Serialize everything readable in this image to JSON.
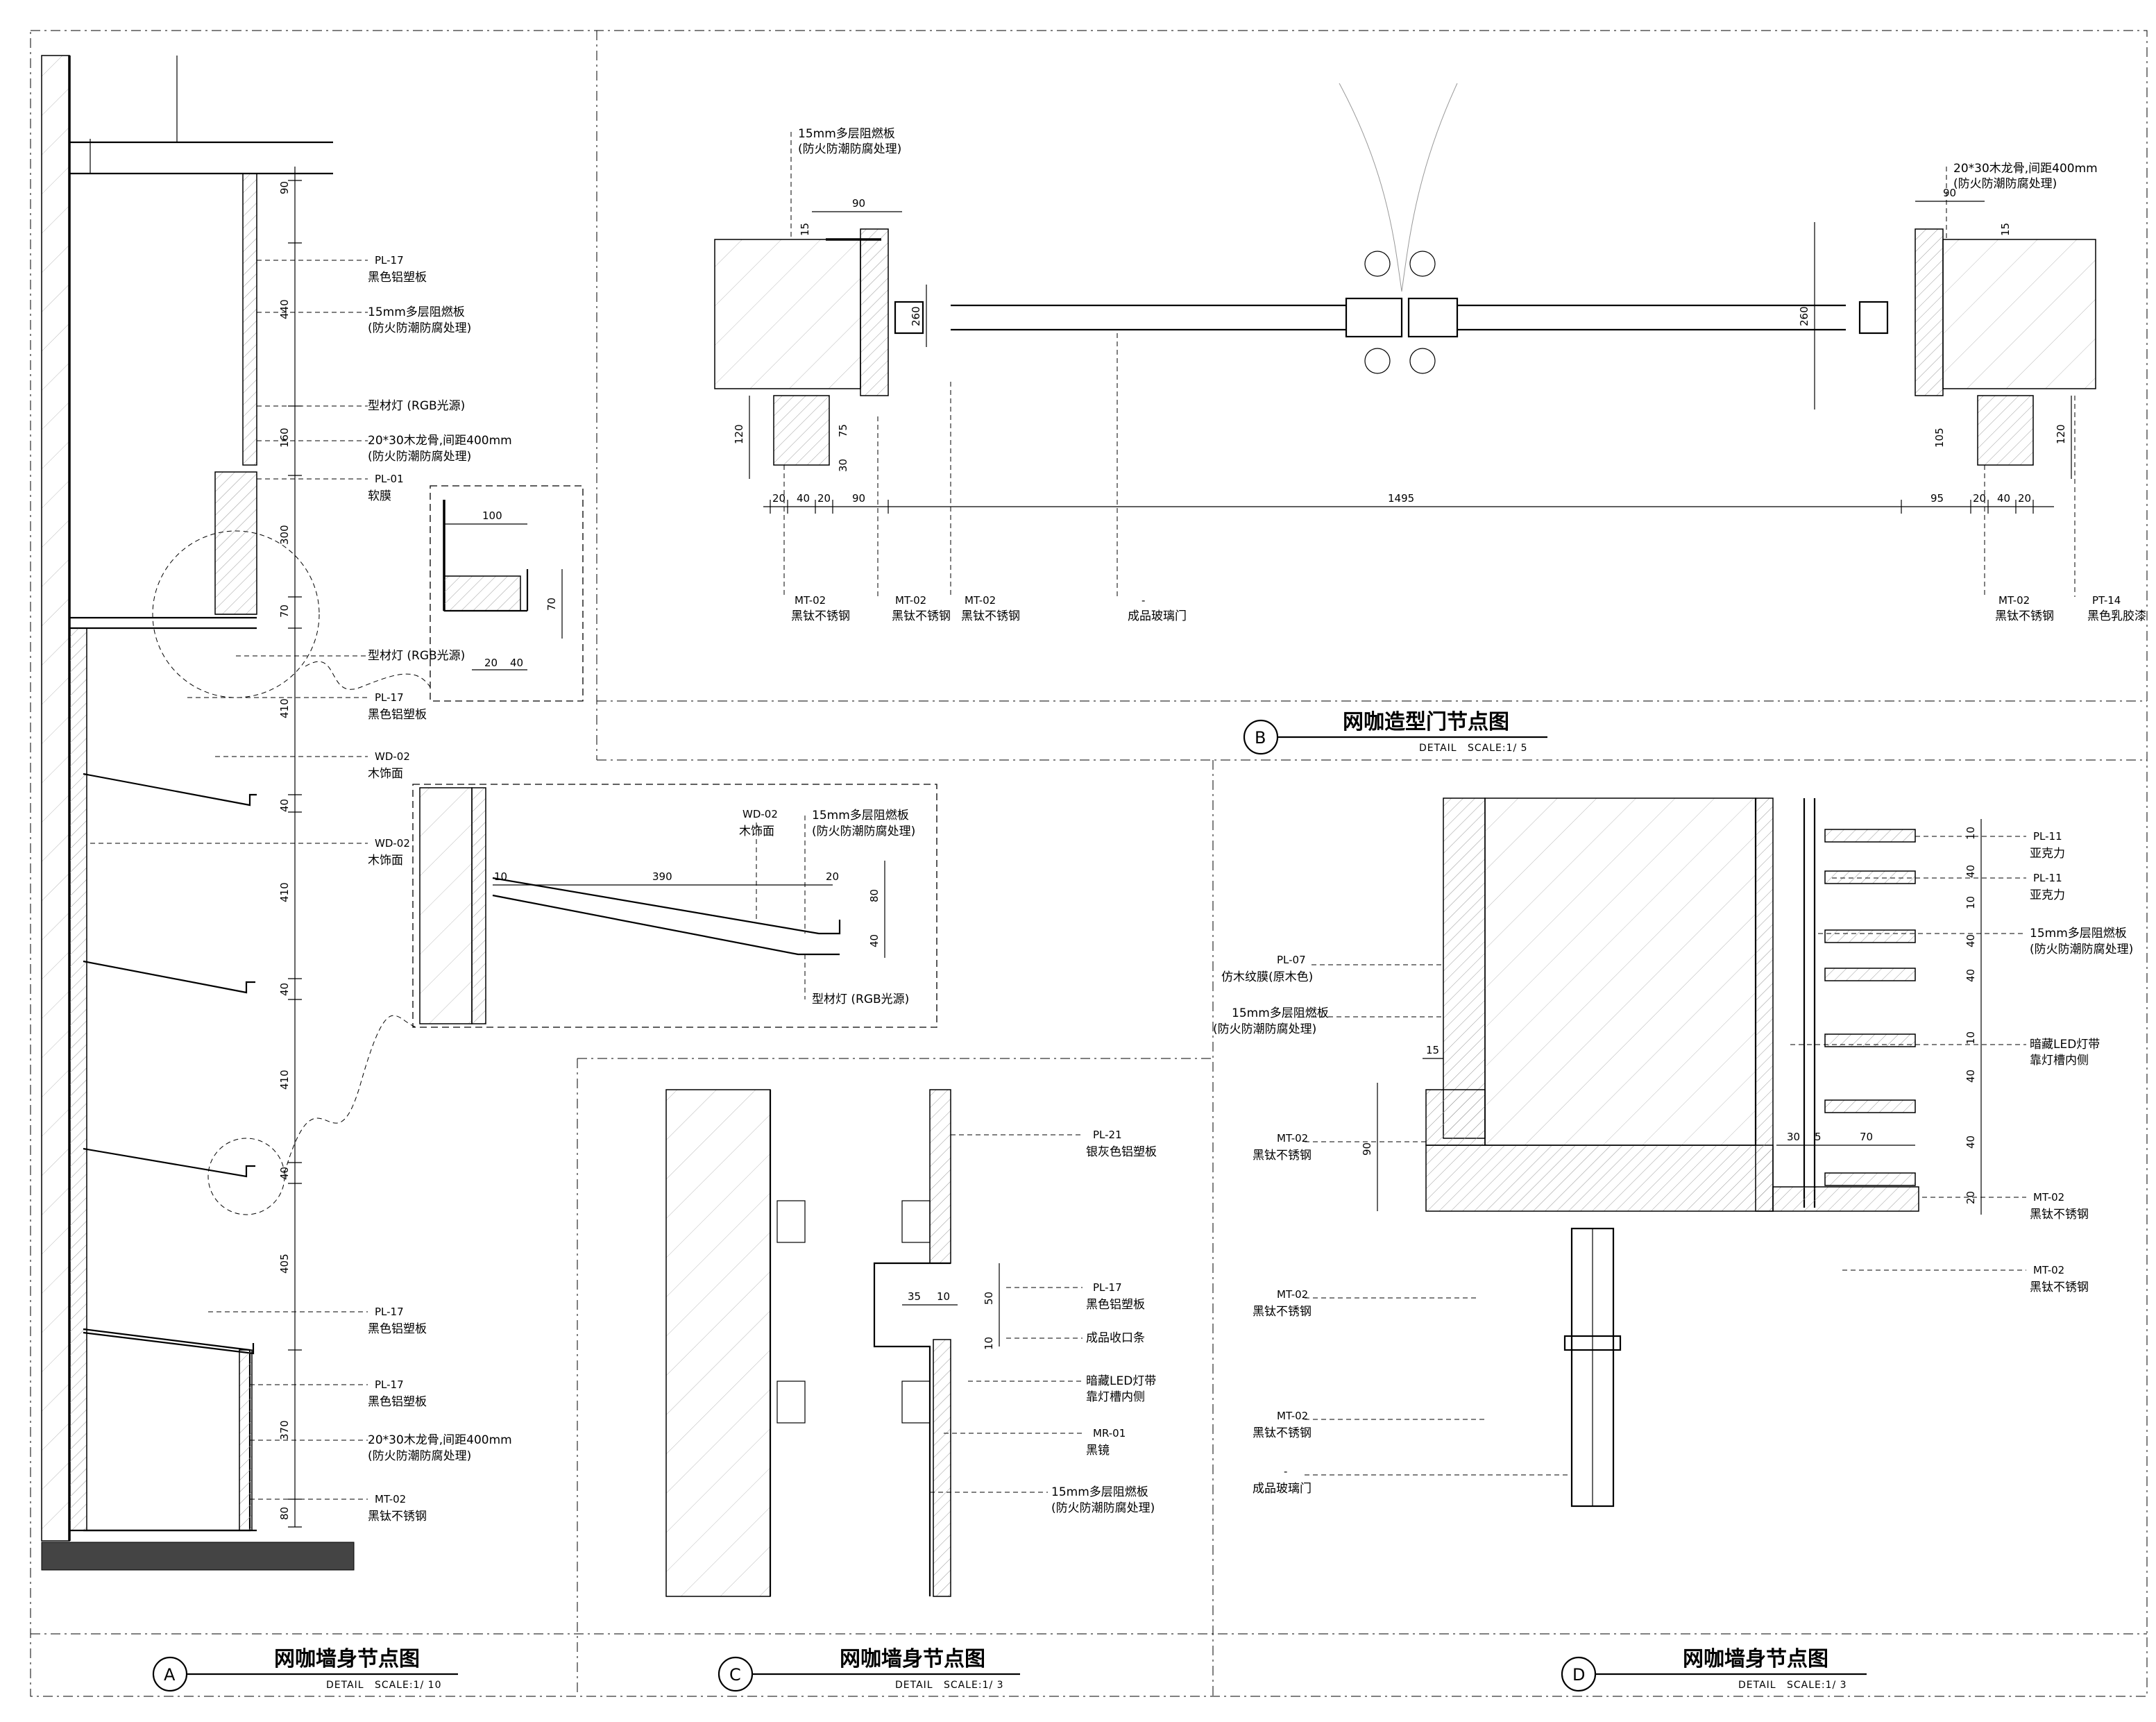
{
  "views": {
    "A": {
      "letter": "A",
      "title": "网咖墙身节点图",
      "detail": "DETAIL",
      "scale": "SCALE:1/ 10",
      "dims_vertical": [
        "90",
        "440",
        "160",
        "300",
        "70",
        "410",
        "40",
        "410",
        "40",
        "410",
        "40",
        "405",
        "370",
        "80"
      ],
      "labels": [
        {
          "code": "PL-17",
          "text": [
            "黑色铝塑板"
          ]
        },
        {
          "code": "",
          "text": [
            "15mm多层阻燃板",
            "(防火防潮防腐处理)"
          ]
        },
        {
          "code": "",
          "text": [
            "型材灯 (RGB光源)"
          ]
        },
        {
          "code": "",
          "text": [
            "20*30木龙骨,间距400mm",
            "(防火防潮防腐处理)"
          ]
        },
        {
          "code": "PL-01",
          "text": [
            "软膜"
          ]
        },
        {
          "code": "",
          "text": [
            "型材灯 (RGB光源)"
          ]
        },
        {
          "code": "PL-17",
          "text": [
            "黑色铝塑板"
          ]
        },
        {
          "code": "WD-02",
          "text": [
            "木饰面"
          ]
        },
        {
          "code": "WD-02",
          "text": [
            "木饰面"
          ]
        },
        {
          "code": "PL-17",
          "text": [
            "黑色铝塑板"
          ]
        },
        {
          "code": "PL-17",
          "text": [
            "黑色铝塑板"
          ]
        },
        {
          "code": "",
          "text": [
            "20*30木龙骨,间距400mm",
            "(防火防潮防腐处理)"
          ]
        },
        {
          "code": "MT-02",
          "text": [
            "黑钛不锈钢"
          ]
        }
      ],
      "inset1_dims": [
        "100",
        "70",
        "20",
        "40"
      ],
      "inset2": {
        "dims": [
          "390",
          "20",
          "10",
          "80",
          "40"
        ],
        "labels": [
          {
            "code": "WD-02",
            "text": [
              "木饰面"
            ]
          },
          {
            "code": "",
            "text": [
              "15mm多层阻燃板",
              "(防火防潮防腐处理)"
            ]
          },
          {
            "code": "",
            "text": [
              "型材灯 (RGB光源)"
            ]
          }
        ]
      }
    },
    "B": {
      "letter": "B",
      "title": "网咖造型门节点图",
      "detail": "DETAIL",
      "scale": "SCALE:1/ 5",
      "dims_top": [
        "90",
        "15",
        "90",
        "15"
      ],
      "dims_side": [
        "260",
        "260",
        "120",
        "75",
        "30",
        "105",
        "120"
      ],
      "dims_bottom": [
        "20",
        "40",
        "20",
        "90",
        "1495",
        "95",
        "20",
        "40",
        "20"
      ],
      "labels_top": [
        {
          "code": "",
          "text": [
            "15mm多层阻燃板",
            "(防火防潮防腐处理)"
          ]
        },
        {
          "code": "",
          "text": [
            "20*30木龙骨,间距400mm",
            "(防火防潮防腐处理)"
          ]
        }
      ],
      "labels_bottom": [
        {
          "code": "MT-02",
          "text": [
            "黑钛不锈钢"
          ]
        },
        {
          "code": "MT-02",
          "text": [
            "黑钛不锈钢"
          ]
        },
        {
          "code": "MT-02",
          "text": [
            "黑钛不锈钢"
          ]
        },
        {
          "code": "-",
          "text": [
            "成品玻璃门"
          ]
        },
        {
          "code": "MT-02",
          "text": [
            "黑钛不锈钢"
          ]
        },
        {
          "code": "PT-14",
          "text": [
            "黑色乳胶漆"
          ]
        }
      ]
    },
    "C": {
      "letter": "C",
      "title": "网咖墙身节点图",
      "detail": "DETAIL",
      "scale": "SCALE:1/ 3",
      "dims": [
        "35",
        "10",
        "50",
        "10"
      ],
      "labels": [
        {
          "code": "PL-21",
          "text": [
            "银灰色铝塑板"
          ]
        },
        {
          "code": "PL-17",
          "text": [
            "黑色铝塑板"
          ]
        },
        {
          "code": "",
          "text": [
            "成品收口条"
          ]
        },
        {
          "code": "",
          "text": [
            "暗藏LED灯带",
            "靠灯槽内侧"
          ]
        },
        {
          "code": "MR-01",
          "text": [
            "黑镜"
          ]
        },
        {
          "code": "",
          "text": [
            "15mm多层阻燃板",
            "(防火防潮防腐处理)"
          ]
        }
      ]
    },
    "D": {
      "letter": "D",
      "title": "网咖墙身节点图",
      "detail": "DETAIL",
      "scale": "SCALE:1/ 3",
      "dims_right": [
        "10",
        "40",
        "10",
        "40",
        "40",
        "10",
        "40",
        "40",
        "20"
      ],
      "dims_other": [
        "15",
        "90",
        "30",
        "5",
        "70"
      ],
      "labels_left": [
        {
          "code": "PL-07",
          "text": [
            "仿木纹膜(原木色)"
          ]
        },
        {
          "code": "",
          "text": [
            "15mm多层阻燃板",
            "(防火防潮防腐处理)"
          ]
        },
        {
          "code": "MT-02",
          "text": [
            "黑钛不锈钢"
          ]
        },
        {
          "code": "MT-02",
          "text": [
            "黑钛不锈钢"
          ]
        },
        {
          "code": "MT-02",
          "text": [
            "黑钛不锈钢"
          ]
        },
        {
          "code": "-",
          "text": [
            "成品玻璃门"
          ]
        }
      ],
      "labels_right": [
        {
          "code": "PL-11",
          "text": [
            "亚克力"
          ]
        },
        {
          "code": "PL-11",
          "text": [
            "亚克力"
          ]
        },
        {
          "code": "",
          "text": [
            "15mm多层阻燃板",
            "(防火防潮防腐处理)"
          ]
        },
        {
          "code": "",
          "text": [
            "暗藏LED灯带",
            "靠灯槽内侧"
          ]
        },
        {
          "code": "MT-02",
          "text": [
            "黑钛不锈钢"
          ]
        },
        {
          "code": "MT-02",
          "text": [
            "黑钛不锈钢"
          ]
        }
      ]
    }
  }
}
